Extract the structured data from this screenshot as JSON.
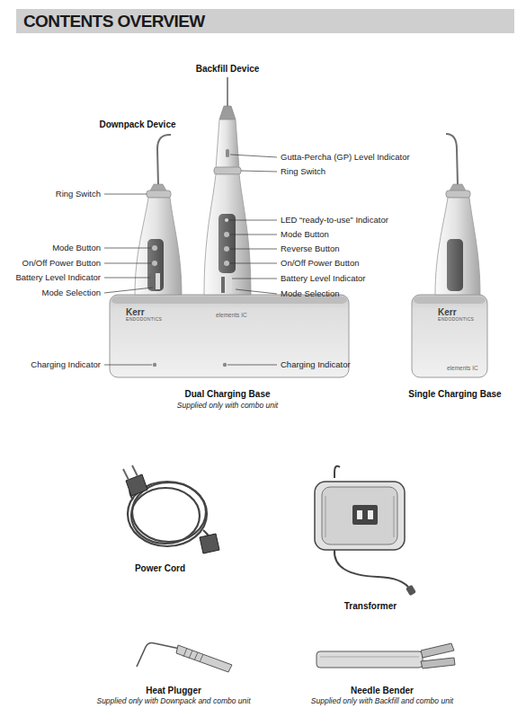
{
  "diagram": {
    "title": "CONTENTS OVERVIEW",
    "labels": [
      "Backfill Device",
      "Downpack Device",
      "Gutta-Percha (GP) Level Indicator",
      "Ring Switch",
      "Ring Switch",
      "LED “ready-to-use” Indicator",
      "Mode Button",
      "Reverse Button",
      "Mode Button",
      "On/Off Power Button",
      "On/Off Power Button",
      "Battery Level Indicator",
      "Battery Level Indicator",
      "Mode Selection",
      "Mode Selection",
      "Kerr",
      "ENDODONTICS",
      "elements IC",
      "Kerr",
      "ENDODONTICS",
      "elements IC",
      "Charging Indicator",
      "Charging Indicator",
      "Dual Charging Base",
      "Supplied only with combo unit",
      "Single Charging Base",
      "Power Cord",
      "Transformer",
      "Heat Plugger",
      "Supplied only with Downpack and combo unit",
      "Needle Bender",
      "Supplied only with Backfill and combo unit"
    ]
  }
}
